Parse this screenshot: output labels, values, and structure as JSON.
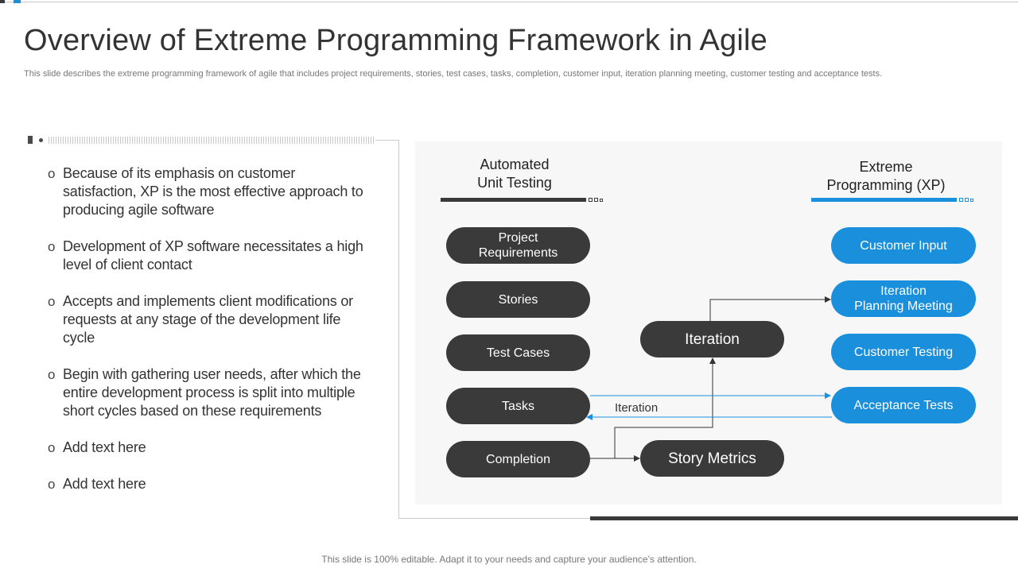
{
  "slide": {
    "title": "Overview of Extreme Programming Framework in Agile",
    "subtitle": "This slide describes the extreme programming framework of agile that includes project requirements, stories, test cases, tasks, completion, customer input, iteration planning meeting, customer testing and acceptance tests.",
    "footer": "This slide is 100% editable. Adapt it to your needs and capture your audience’s attention."
  },
  "bullets": [
    "Because of its emphasis on customer satisfaction, XP is the most effective approach to producing agile software",
    "Development of XP software necessitates a high level of client contact",
    "Accepts and implements client modifications or requests at any stage of the development life cycle",
    "Begin with gathering user needs, after which the entire development process is split into multiple short cycles based on these requirements",
    "Add text here",
    "Add text here"
  ],
  "diagram": {
    "left_heading": [
      "Automated",
      "Unit Testing"
    ],
    "right_heading": [
      "Extreme",
      "Programming (XP)"
    ],
    "left_nodes": [
      [
        "Project",
        "Requirements"
      ],
      [
        "Stories"
      ],
      [
        "Test Cases"
      ],
      [
        "Tasks"
      ],
      [
        "Completion"
      ]
    ],
    "center_nodes": {
      "iteration": "Iteration",
      "story_metrics": "Story Metrics"
    },
    "right_nodes": [
      [
        "Customer Input"
      ],
      [
        "Iteration",
        "Planning Meeting"
      ],
      [
        "Customer Testing"
      ],
      [
        "Acceptance Tests"
      ]
    ],
    "arrow_label": "Iteration"
  },
  "colors": {
    "dark": "#3a3a3a",
    "blue": "#1a8fdc",
    "panel": "#f7f7f7"
  }
}
